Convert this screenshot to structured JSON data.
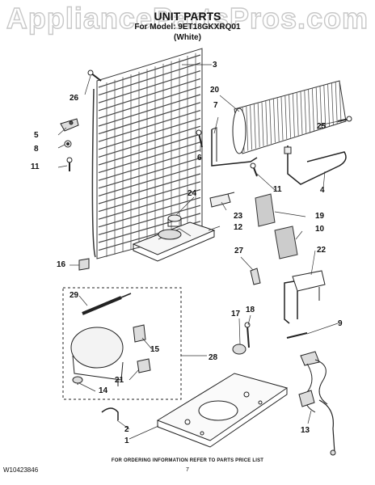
{
  "watermark": {
    "text": "AppliancePartsPros.com"
  },
  "header": {
    "title": "UNIT PARTS",
    "model_line": "For Model: 9ET18GKXRQ01",
    "color": "(White)"
  },
  "callouts": [
    "1",
    "2",
    "3",
    "4",
    "5",
    "6",
    "7",
    "8",
    "9",
    "10",
    "11",
    "11",
    "12",
    "13",
    "14",
    "15",
    "16",
    "17",
    "18",
    "19",
    "20",
    "21",
    "22",
    "23",
    "24",
    "25",
    "26",
    "27",
    "28",
    "29"
  ],
  "footer": {
    "ordering_note": "FOR ORDERING INFORMATION REFER TO PARTS PRICE LIST",
    "page_number": "7",
    "document_number": "W10423846"
  }
}
